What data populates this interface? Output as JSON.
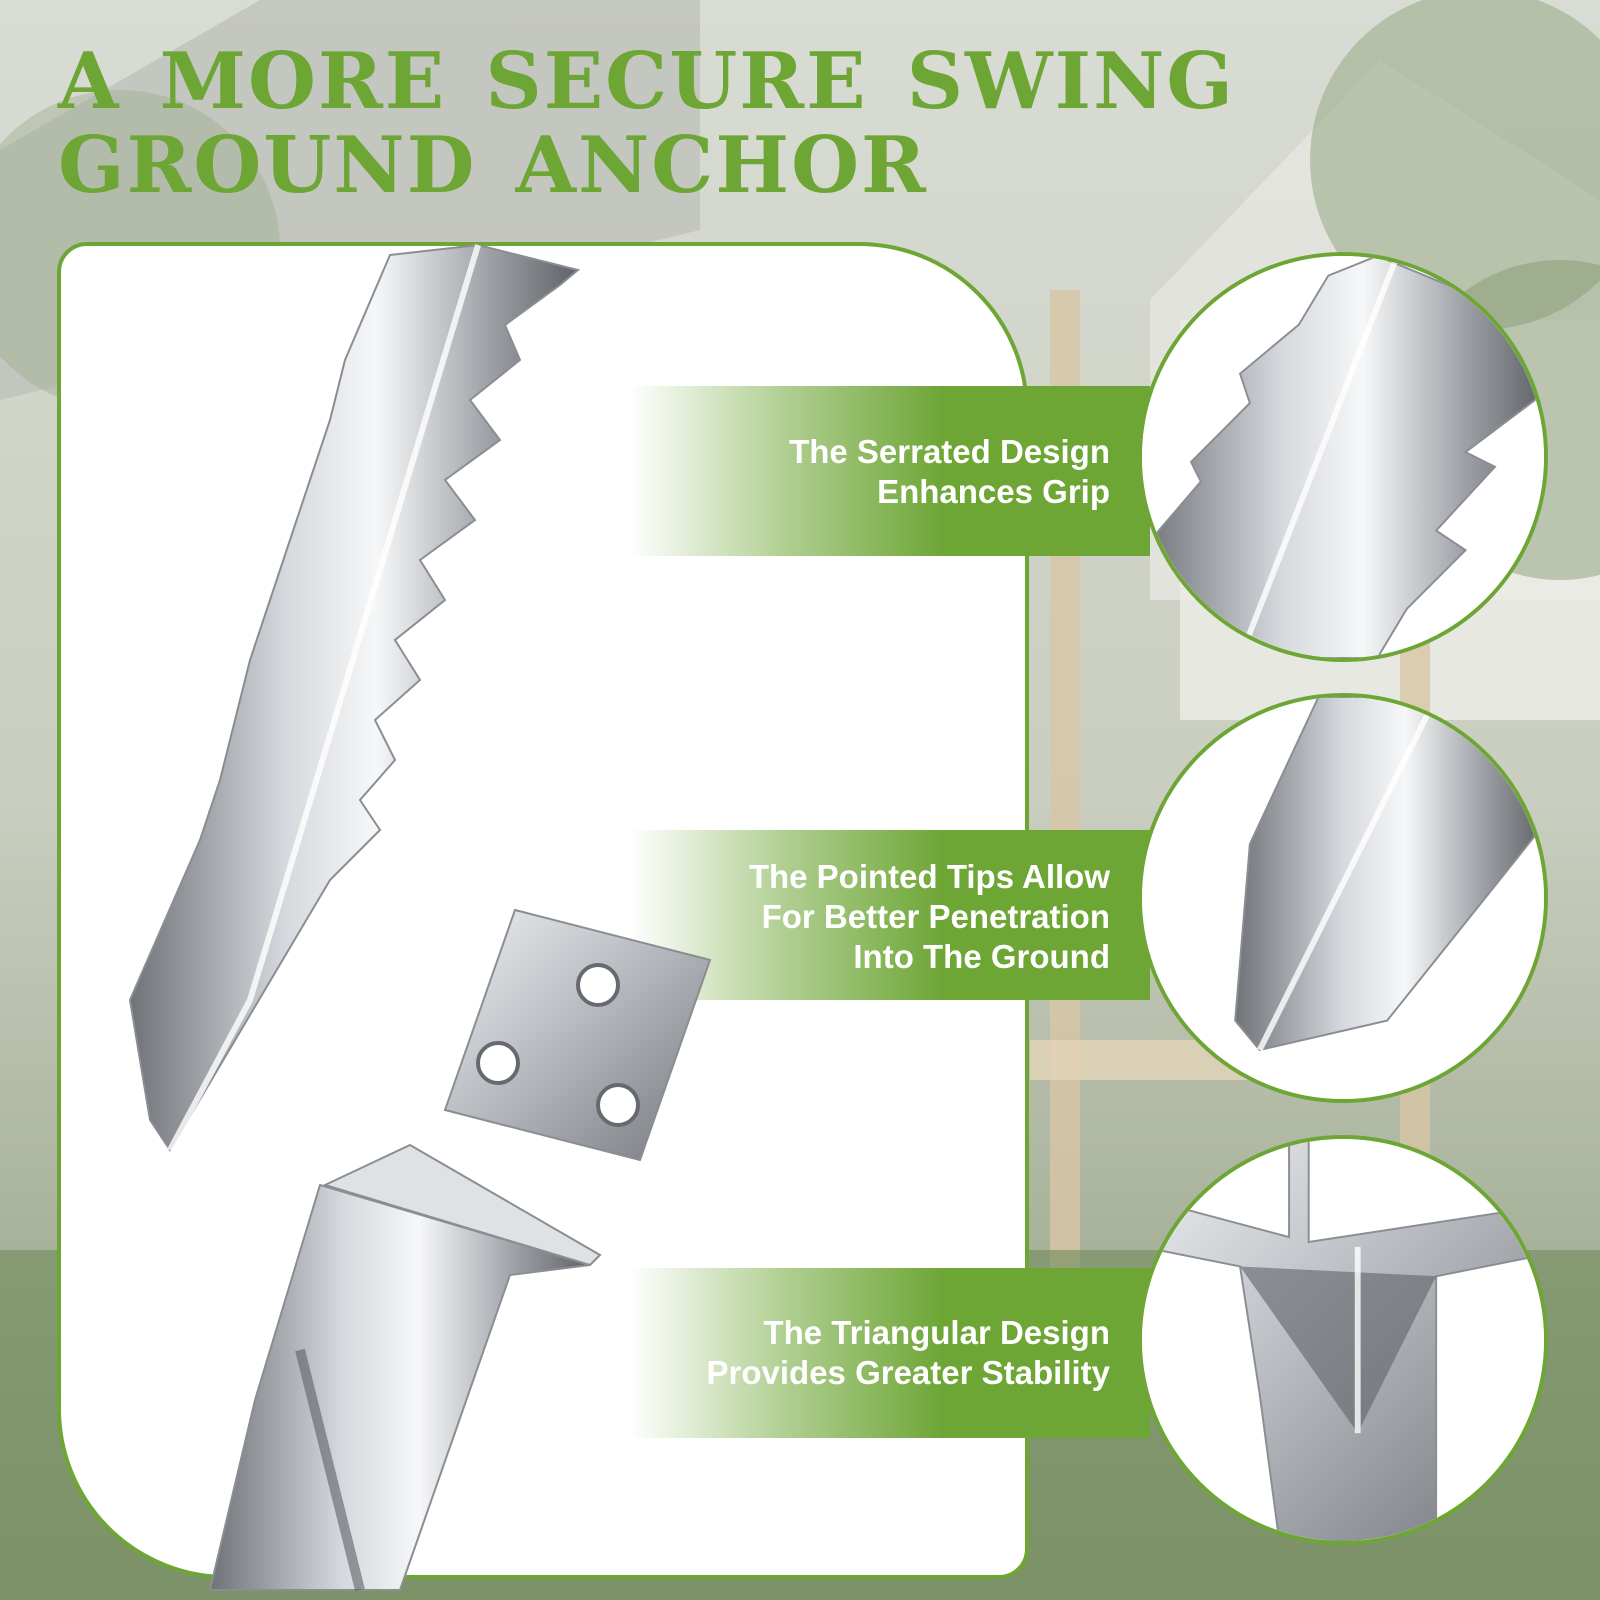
{
  "title": {
    "line1": "A MORE SECURE SWING",
    "line2": "GROUND ANCHOR"
  },
  "features": [
    {
      "line1": "The Serrated Design",
      "line2": "Enhances Grip",
      "line3": ""
    },
    {
      "line1": "The Pointed Tips Allow",
      "line2": "For Better Penetration",
      "line3": "Into The Ground"
    },
    {
      "line1": "The Triangular Design",
      "line2": "Provides Greater Stability",
      "line3": ""
    }
  ],
  "colors": {
    "accent": "#6ea636",
    "steel": "#b8bcc2",
    "steel_dark": "#6f7378"
  }
}
